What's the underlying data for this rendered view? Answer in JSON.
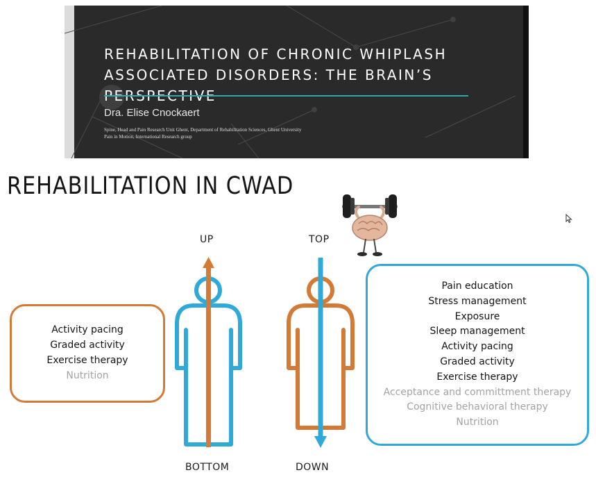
{
  "title_slide": {
    "heading": "REHABILITATION OF CHRONIC WHIPLASH ASSOCIATED DISORDERS: THE BRAIN’S PERSPECTIVE",
    "author": "Dra. Elise Cnockaert",
    "affiliation_lines": [
      "Spine, Head and Pain Research Unit Ghent, Department of Rehabilitation Sciences, Ghent University",
      "Pain in Motion, International Research group"
    ]
  },
  "main_slide": {
    "heading": "REHABILITATION IN CWAD",
    "labels": {
      "up": "UP",
      "bottom": "BOTTOM",
      "top": "TOP",
      "down": "DOWN"
    },
    "left_box": {
      "items": [
        {
          "text": "Activity pacing",
          "muted": false
        },
        {
          "text": "Graded activity",
          "muted": false
        },
        {
          "text": "Exercise therapy",
          "muted": false
        },
        {
          "text": "Nutrition",
          "muted": true
        }
      ]
    },
    "right_box": {
      "items": [
        {
          "text": "Pain education",
          "muted": false
        },
        {
          "text": "Stress management",
          "muted": false
        },
        {
          "text": "Exposure",
          "muted": false
        },
        {
          "text": "Sleep management",
          "muted": false
        },
        {
          "text": "Activity pacing",
          "muted": false
        },
        {
          "text": "Graded activity",
          "muted": false
        },
        {
          "text": "Exercise therapy",
          "muted": false
        },
        {
          "text": "Acceptance and committment therapy",
          "muted": true
        },
        {
          "text": "Cognitive behavioral therapy",
          "muted": true
        },
        {
          "text": "Nutrition",
          "muted": true
        }
      ]
    }
  },
  "colors": {
    "orange": "#d37a37",
    "blue": "#2ea9d8",
    "teal": "#32a6ad",
    "slide_dark": "#2a2a2a",
    "muted_text": "#a3a3a3"
  },
  "icons": [
    "mouse-cursor-icon",
    "brain-lifting-barbell-icon",
    "up-arrow-icon",
    "down-arrow-icon",
    "person-outline-icon"
  ]
}
